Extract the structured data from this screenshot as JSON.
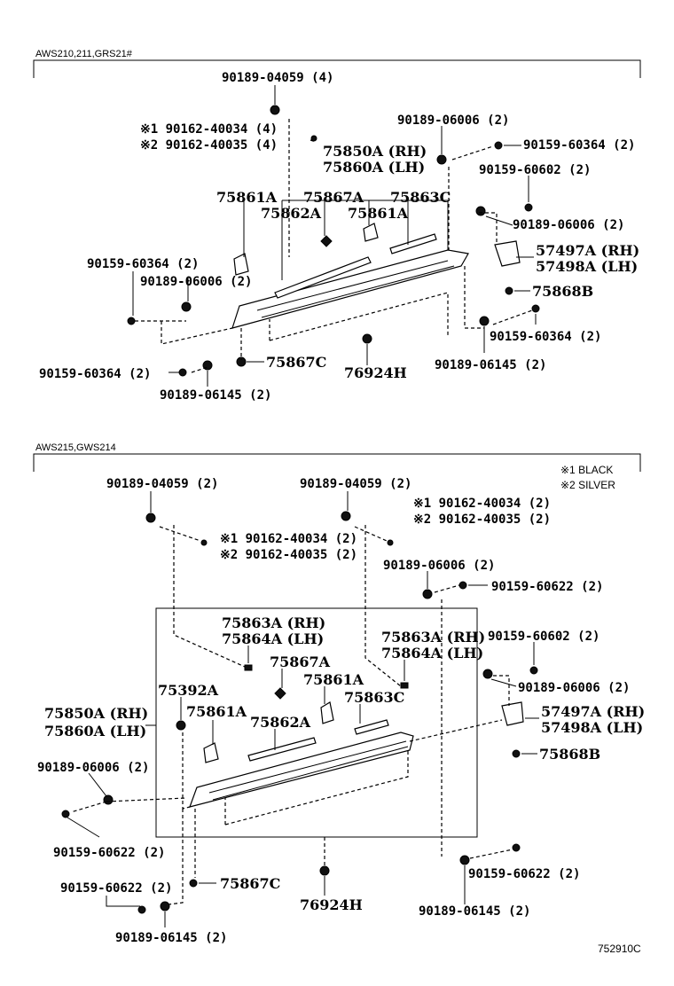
{
  "sections": [
    {
      "model_label": "AWS210,211,GRS21#",
      "labels": {
        "c1": "90189-04059 (4)",
        "c2a": "※1 90162-40034 (4)",
        "c2b": "※2 90162-40035 (4)",
        "c3": "90189-06006 (2)",
        "c4": "90159-60364 (2)",
        "c5a": "75850A (RH)",
        "c5b": "75860A (LH)",
        "c6": "90159-60602 (2)",
        "c7": "75861A",
        "c8": "75867A",
        "c9": "75863C",
        "c10": "75862A",
        "c11": "75861A",
        "c12": "90189-06006 (2)",
        "c13a": "57497A (RH)",
        "c13b": "57498A (LH)",
        "c14": "90159-60364 (2)",
        "c15": "90189-06006 (2)",
        "c16": "75868B",
        "c17": "90159-60364 (2)",
        "c18": "90159-60364 (2)",
        "c19": "75867C",
        "c20": "76924H",
        "c21": "90189-06145 (2)",
        "c22": "90189-06145 (2)"
      }
    },
    {
      "model_label": "AWS215,GWS214",
      "labels": {
        "d1": "90189-04059 (2)",
        "d2": "90189-04059 (2)",
        "d3a": "※1 90162-40034 (2)",
        "d3b": "※2 90162-40035 (2)",
        "d4a": "※1 90162-40034 (2)",
        "d4b": "※2 90162-40035 (2)",
        "d5": "90189-06006 (2)",
        "d6": "90159-60622 (2)",
        "d7a": "75863A (RH)",
        "d7b": "75864A (LH)",
        "d8a": "75863A (RH)",
        "d8b": "75864A (LH)",
        "d9": "90159-60602 (2)",
        "d10": "75867A",
        "d11": "75392A",
        "d12": "75861A",
        "d13": "90189-06006 (2)",
        "d14a": "75850A (RH)",
        "d14b": "75860A (LH)",
        "d15": "75861A",
        "d16": "75863C",
        "d17a": "57497A (RH)",
        "d17b": "57498A (LH)",
        "d18": "75862A",
        "d19": "90189-06006 (2)",
        "d20": "75868B",
        "d21": "90159-60622 (2)",
        "d22": "90159-60622 (2)",
        "d23": "75867C",
        "d24": "76924H",
        "d25": "90159-60622 (2)",
        "d26": "90189-06145 (2)",
        "d27": "90189-06145 (2)"
      }
    }
  ],
  "legend": {
    "black": "※1 BLACK",
    "silver": "※2 SILVER"
  },
  "figure_code": "752910C"
}
